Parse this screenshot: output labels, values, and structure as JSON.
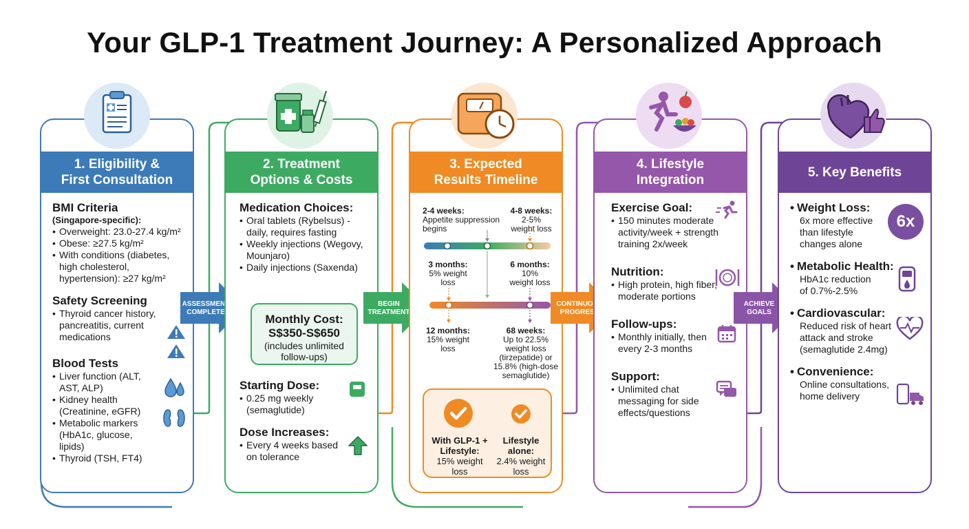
{
  "title": "Your GLP-1 Treatment Journey: A Personalized Approach",
  "colors": {
    "blue": "#3d7ab8",
    "green": "#3daa62",
    "orange": "#f08a24",
    "purple_light": "#9457a9",
    "purple_dark": "#6e4596"
  },
  "connectors": [
    {
      "label_line1": "ASSESSMENT",
      "label_line2": "COMPLETE"
    },
    {
      "label_line1": "BEGIN",
      "label_line2": "TREATMENT"
    },
    {
      "label_line1": "CONTINUOUS",
      "label_line2": "PROGRESS"
    },
    {
      "label_line1": "ACHIEVE",
      "label_line2": "GOALS"
    }
  ],
  "card1": {
    "icon": "clipboard-icon",
    "header_line1": "1. Eligibility &",
    "header_line2": "First Consultation",
    "bmi_title": "BMI Criteria",
    "bmi_sub": "(Singapore-specific):",
    "bmi_items": [
      "Overweight: 23.0-27.4 kg/m²",
      "Obese: ≥27.5 kg/m²",
      "With conditions (diabetes, high cholesterol, hypertension): ≥27 kg/m²"
    ],
    "screening_title": "Safety Screening",
    "screening_items": [
      "Thyroid cancer history, pancreatitis, current medications"
    ],
    "blood_title": "Blood Tests",
    "blood_items": [
      "Liver function (ALT, AST, ALP)",
      "Kidney health (Creatinine, eGFR)",
      "Metabolic markers (HbA1c, glucose, lipids)",
      "Thyroid (TSH, FT4)"
    ]
  },
  "card2": {
    "icon": "medication-icon",
    "header_line1": "2. Treatment",
    "header_line2": "Options & Costs",
    "med_title": "Medication Choices:",
    "med_items": [
      "Oral tablets (Rybelsus) - daily, requires fasting",
      "Weekly injections (Wegovy, Mounjaro)",
      "Daily injections (Saxenda)"
    ],
    "cost_title": "Monthly Cost:",
    "cost_value": "S$350-S$650",
    "cost_note": "(includes unlimited follow-ups)",
    "dose_title": "Starting Dose:",
    "dose_items": [
      "0.25 mg weekly (semaglutide)"
    ],
    "increase_title": "Dose Increases:",
    "increase_items": [
      "Every 4 weeks based on tolerance"
    ]
  },
  "card3": {
    "icon": "scale-clock-icon",
    "header_line1": "3. Expected",
    "header_line2": "Results Timeline",
    "t1_label": "2-4 weeks:",
    "t1_text": "Appetite suppression begins",
    "t2_label": "4-8 weeks:",
    "t2_text": "2-5% weight loss",
    "t3_label": "3 months:",
    "t3_text": "5% weight loss",
    "t4_label": "6 months:",
    "t4_text": "10% weight loss",
    "t5_label": "12 months:",
    "t5_text": "15% weight loss",
    "t6_label": "68 weeks:",
    "t6_text": "Up to 22.5% weight loss (tirzepatide) or 15.8% (high-dose semaglutide)",
    "compare_a_title": "With GLP-1 + Lifestyle:",
    "compare_a_value": "15% weight loss",
    "compare_b_title": "Lifestyle alone:",
    "compare_b_value": "2.4% weight loss"
  },
  "card4": {
    "icon": "runner-food-icon",
    "header_line1": "4. Lifestyle",
    "header_line2": "Integration",
    "exercise_title": "Exercise Goal:",
    "exercise_items": [
      "150 minutes moderate activity/week + strength training 2x/week"
    ],
    "nutrition_title": "Nutrition:",
    "nutrition_items": [
      "High protein, high fiber, moderate portions"
    ],
    "followup_title": "Follow-ups:",
    "followup_items": [
      "Monthly initially, then every 2-3 months"
    ],
    "support_title": "Support:",
    "support_items": [
      "Unlimited chat messaging for side effects/questions"
    ]
  },
  "card5": {
    "icon": "heart-thumbs-up-icon",
    "header_line1": "5. Key Benefits",
    "weight_title": "Weight Loss:",
    "weight_text": "6x more effective than lifestyle changes alone",
    "badge": "6x",
    "metabolic_title": "Metabolic Health:",
    "metabolic_text": "HbA1c reduction of 0.7%-2.5%",
    "cardio_title": "Cardiovascular:",
    "cardio_text": "Reduced risk of heart attack and stroke (semaglutide 2.4mg)",
    "convenience_title": "Convenience:",
    "convenience_text": "Online consultations, home delivery"
  }
}
